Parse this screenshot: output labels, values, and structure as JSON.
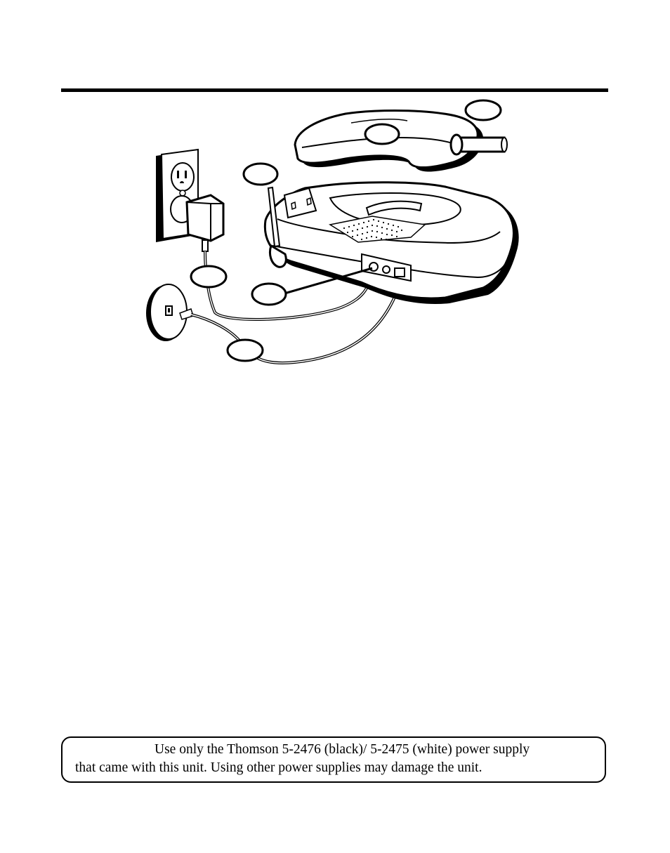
{
  "note": {
    "line1": "Use only the Thomson 5-2476 (black)/ 5-2475 (white) power supply",
    "line2": "that came with this unit. Using other power supplies may damage the unit."
  },
  "illustration": {
    "callouts": [
      {
        "id": "handset-antenna-callout",
        "label": ""
      },
      {
        "id": "handset-body-callout",
        "label": ""
      },
      {
        "id": "base-antenna-callout",
        "label": ""
      },
      {
        "id": "power-adapter-callout",
        "label": ""
      },
      {
        "id": "base-jacks-callout",
        "label": ""
      },
      {
        "id": "phone-cord-callout",
        "label": ""
      }
    ]
  }
}
